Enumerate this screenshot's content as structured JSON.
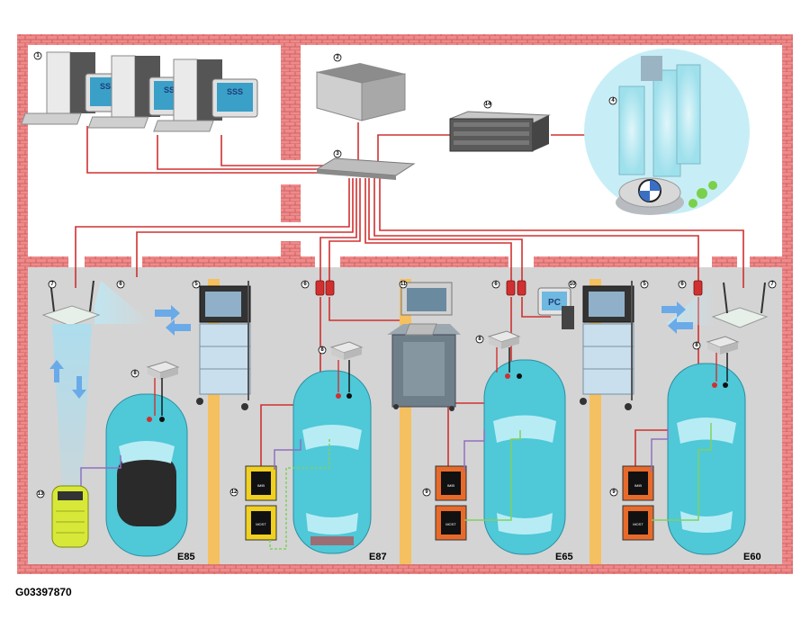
{
  "document_id": "G03397870",
  "callouts": [
    "1",
    "2",
    "3",
    "4",
    "5",
    "6",
    "7",
    "8",
    "9",
    "10",
    "11",
    "12",
    "13",
    "14"
  ],
  "screen_text": "SSS",
  "pc_text": "PC",
  "module_labels": [
    "IMIB",
    "MOST"
  ],
  "vehicles": [
    "E85",
    "E87",
    "E65",
    "E60"
  ],
  "colors": {
    "wall": "#f08a8a",
    "brick_line": "#c05a5a",
    "floor": "#d4d4d4",
    "car": "#4fc8d8",
    "network_cable": "#d03030",
    "lane_marking": "#f5c060",
    "purple_cable": "#9070c0",
    "green_cable": "#80d060"
  }
}
